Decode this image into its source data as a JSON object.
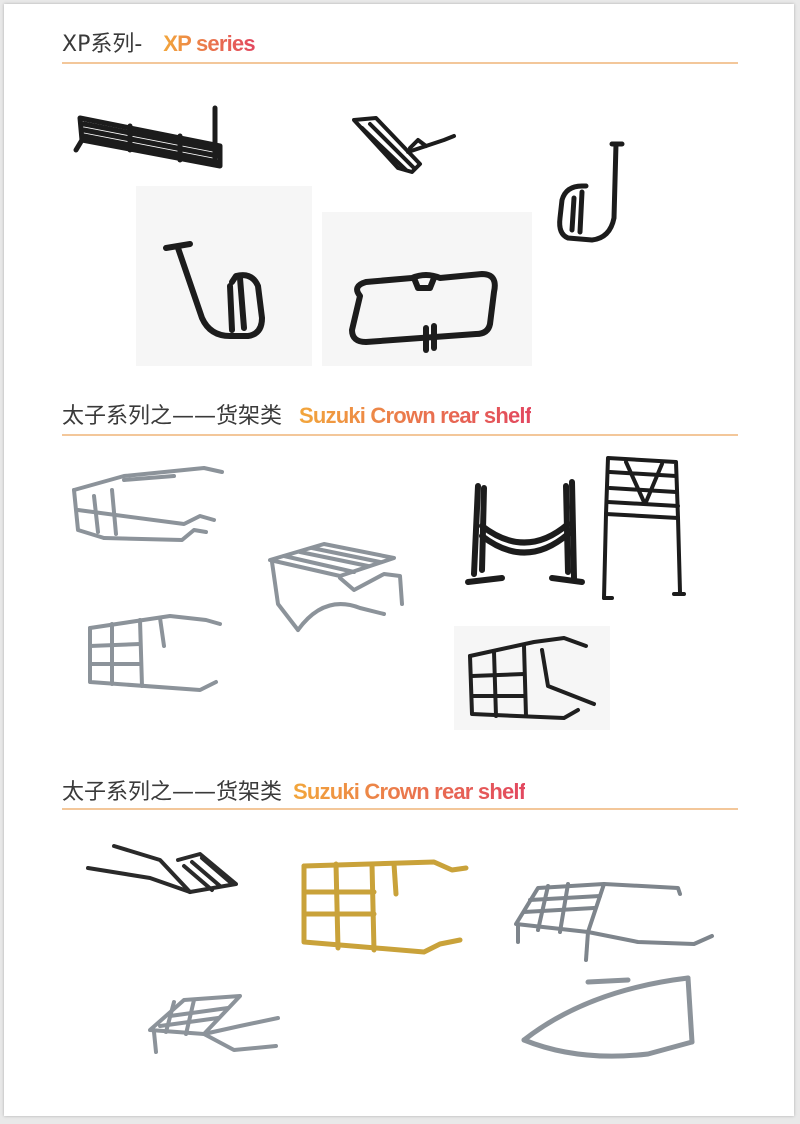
{
  "sections": [
    {
      "title_cn": "XP系列-",
      "title_en": "XP series"
    },
    {
      "title_cn": "太子系列之——货架类",
      "title_en": "Suzuki Crown rear shelf"
    },
    {
      "title_cn": "太子系列之——货架类",
      "title_en": "Suzuki Crown rear shelf"
    }
  ],
  "colors": {
    "black_metal": "#1c1c1c",
    "chrome": "#9aa0a6",
    "gold": "#c9a23a",
    "rule": "#f3c79a",
    "accent_start": "#f2a63b",
    "accent_end": "#e2475f"
  },
  "product_icons": [
    "rear-rack-black-icon",
    "side-rail-black-icon",
    "crash-bar-black-icon",
    "crash-bar-black-icon",
    "front-guard-black-icon",
    "rear-rack-chrome-icon",
    "rear-rack-chrome-icon",
    "crash-bar-black-icon",
    "rear-rack-black-icon",
    "rear-rack-chrome-icon",
    "rear-rack-chrome-icon",
    "rear-rack-black-icon",
    "rear-rack-gold-icon",
    "rear-rack-chrome-icon",
    "rear-rack-chrome-icon",
    "grab-rail-chrome-icon"
  ]
}
